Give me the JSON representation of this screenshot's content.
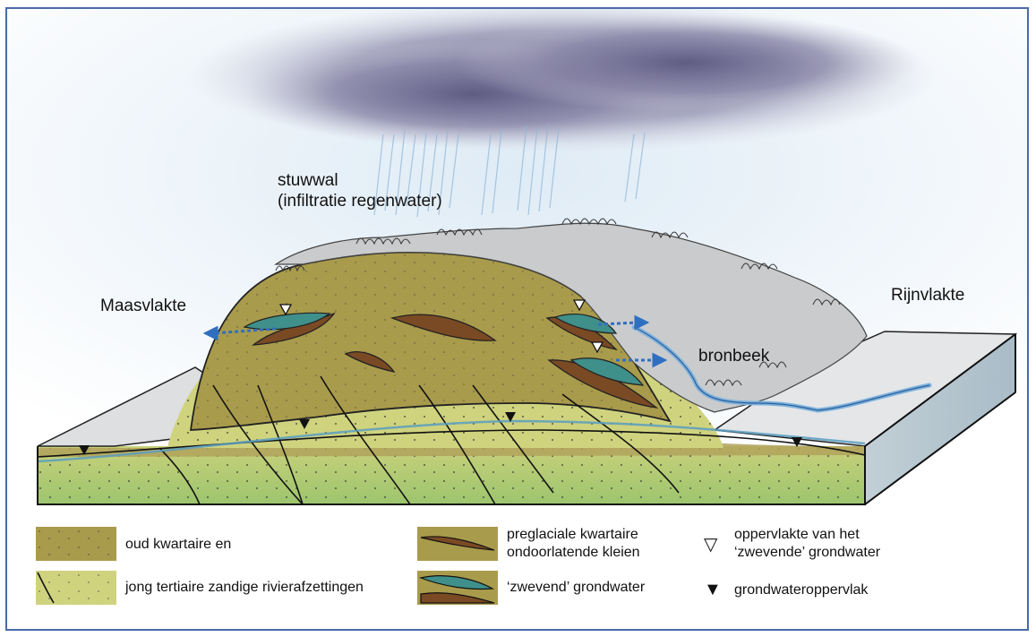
{
  "labels": {
    "stuwwal_line1": "stuwwal",
    "stuwwal_line2": "(infiltratie regenwater)",
    "maasvlakte": "Maasvlakte",
    "rijnvlakte": "Rijnvlakte",
    "bronbeek": "bronbeek"
  },
  "legend": {
    "oud_kwartaire": "oud kwartaire en",
    "jong_tertiaire": "jong tertiaire zandige rivierafzettingen",
    "preglaciale_line1": "preglaciale kwartaire",
    "preglaciale_line2": "ondoorlatende kleien",
    "zwevend": "‘zwevend’ grondwater",
    "oppervlakte_line1": "oppervlakte van het",
    "oppervlakte_line2": "‘zwevende’ grondwater",
    "grondwateroppervlak": "grondwateroppervlak",
    "symbol_open": "▽",
    "symbol_filled": "▼"
  },
  "colors": {
    "frame": "#4a6aa8",
    "oud_kwartair": "#a89a4a",
    "jong_tertiair": "#c9cf7a",
    "jong_tertiair_lower": "#9fc26a",
    "klei": "#7a4a24",
    "grondwater": "#3f8f8a",
    "sky": "#d9e8f2",
    "cloud": "#7d7a9c",
    "forest": "#b9bcbf",
    "water_arrow": "#2f6fc0"
  }
}
